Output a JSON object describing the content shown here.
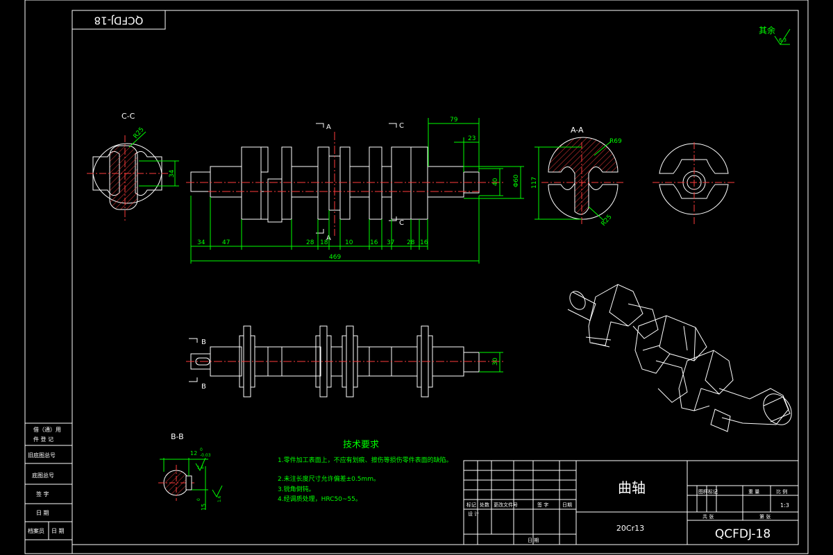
{
  "drawing_code_mirrored": "QCFDJ-18",
  "surface_finish_other": "其余",
  "surface_finish_value": "6.3",
  "sections": {
    "cc": "C-C",
    "aa": "A-A",
    "bb": "B-B",
    "cut_a": "A",
    "cut_c": "C",
    "cut_b": "B"
  },
  "dimensions": {
    "r25_cc": "R25",
    "d34": "34",
    "d79": "79",
    "d23": "23",
    "d40": "40",
    "phi60": "Φ60",
    "d117": "117",
    "r69": "R69",
    "r25_aa": "R25",
    "bottom": [
      "34",
      "47",
      "28",
      "18",
      "10",
      "16",
      "37",
      "28",
      "16"
    ],
    "total": "469",
    "d30": "30",
    "bb_12": "12",
    "bb_12_tol": "0",
    "bb_12_tol2": "-0.03",
    "bb_15": "15",
    "bb_15_tol": "0",
    "bb_ra1": "1.6",
    "bb_ra2": "1.6"
  },
  "tech_req": {
    "title": "技术要求",
    "items": [
      "1.零件加工表面上，不应有划痕、擦伤等损伤零件表面的缺陷。",
      "2.未注长度尺寸允许偏差±0.5mm。",
      "3.锐角倒钝。",
      "4.经调质处理，HRC50~55。"
    ]
  },
  "left_strip": [
    "借（通）用",
    "件 登 记",
    "旧底图总号",
    "底图总号",
    "签  字",
    "日  期",
    "档案员",
    "日  期"
  ],
  "title_block": {
    "part_name": "曲轴",
    "material": "20Cr13",
    "drawing_no": "QCFDJ-18",
    "col_headers": [
      "标记",
      "处数",
      "更改文件号",
      "签 字",
      "日期"
    ],
    "design": "设 计",
    "date": "日 期",
    "stage": "图样标记",
    "weight": "重 量",
    "scale": "比 例",
    "scale_value": "1:3",
    "sheet_total": "共  张",
    "sheet_no": "第  张"
  }
}
